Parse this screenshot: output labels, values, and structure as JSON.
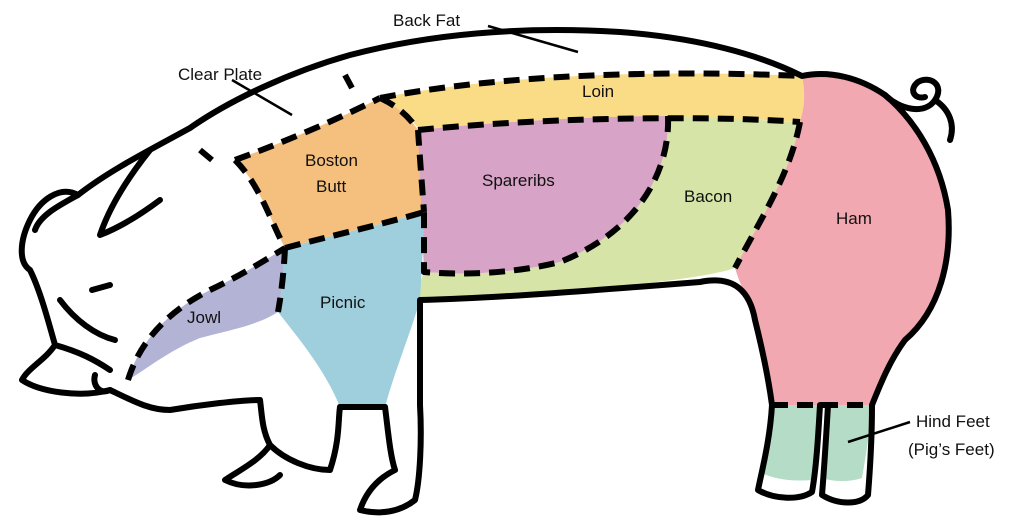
{
  "diagram": {
    "colors": {
      "jowl": "#b3b3d6",
      "boston_butt": "#f5c07e",
      "loin": "#fadc86",
      "spareribs": "#d7a3c6",
      "bacon": "#d6e4a8",
      "ham": "#f1a8b0",
      "picnic": "#9fcfdd",
      "hind_feet": "#b5dcc6",
      "outline": "#000000"
    },
    "labels": {
      "back_fat": "Back Fat",
      "clear_plate": "Clear Plate",
      "loin": "Loin",
      "boston_butt_line1": "Boston",
      "boston_butt_line2": "Butt",
      "spareribs": "Spareribs",
      "bacon": "Bacon",
      "ham": "Ham",
      "jowl": "Jowl",
      "picnic": "Picnic",
      "hind_feet_line1": "Hind Feet",
      "hind_feet_line2": "(Pig’s Feet)"
    }
  }
}
